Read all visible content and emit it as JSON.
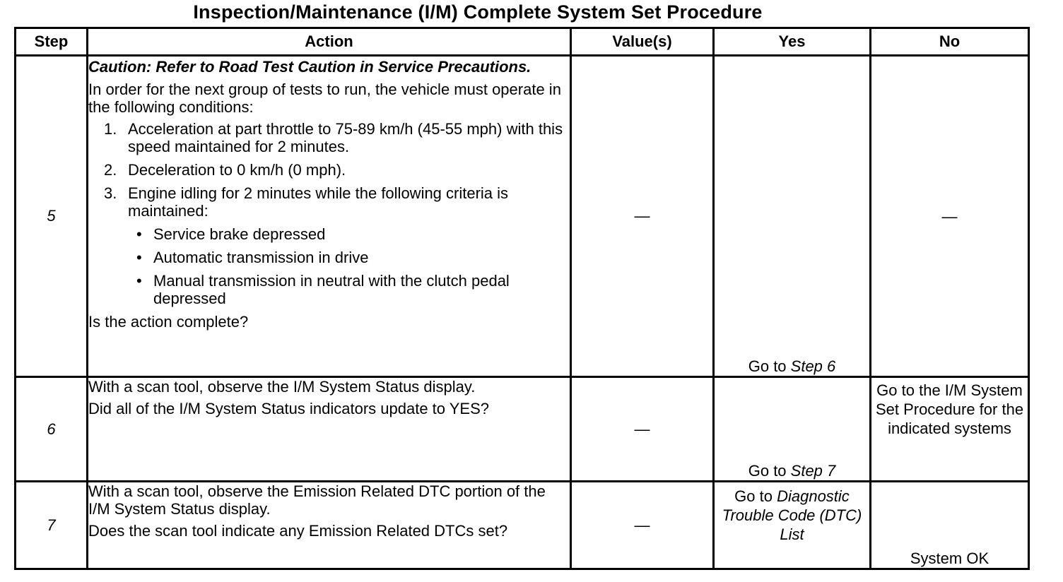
{
  "title": "Inspection/Maintenance (I/M) Complete System Set Procedure",
  "headers": {
    "step": "Step",
    "action": "Action",
    "values": "Value(s)",
    "yes": "Yes",
    "no": "No"
  },
  "rows": [
    {
      "step": "5",
      "caution": "Caution: Refer to Road Test Caution in Service Precautions.",
      "intro": "In order for the next group of tests to run, the vehicle must operate in the following conditions:",
      "items": [
        {
          "num": "1.",
          "text": "Acceleration at part throttle to 75-89 km/h (45-55 mph) with this speed maintained for 2 minutes."
        },
        {
          "num": "2.",
          "text": "Deceleration to 0 km/h (0 mph)."
        },
        {
          "num": "3.",
          "text": "Engine idling for 2 minutes while the following criteria is maintained:"
        }
      ],
      "bullets": [
        "Service brake depressed",
        "Automatic transmission in drive",
        "Manual transmission in neutral with the clutch pedal depressed"
      ],
      "question": "Is the action complete?",
      "value": "—",
      "yes_prefix": "Go to ",
      "yes_ref": "Step 6",
      "no": "—"
    },
    {
      "step": "6",
      "line1": "With a scan tool, observe the I/M System Status display.",
      "question": "Did all of the I/M System Status indicators update to YES?",
      "value": "—",
      "yes_prefix": "Go to ",
      "yes_ref": "Step 7",
      "no": "Go to the I/M System Set Procedure for the indicated systems"
    },
    {
      "step": "7",
      "line1": "With a scan tool, observe the Emission Related DTC portion of the I/M System Status display.",
      "question": "Does the scan tool indicate any Emission Related DTCs set?",
      "value": "—",
      "yes_prefix": "Go to ",
      "yes_ref": "Diagnostic Trouble Code (DTC) List",
      "no": "System OK"
    }
  ],
  "bullet_glyph": "•"
}
